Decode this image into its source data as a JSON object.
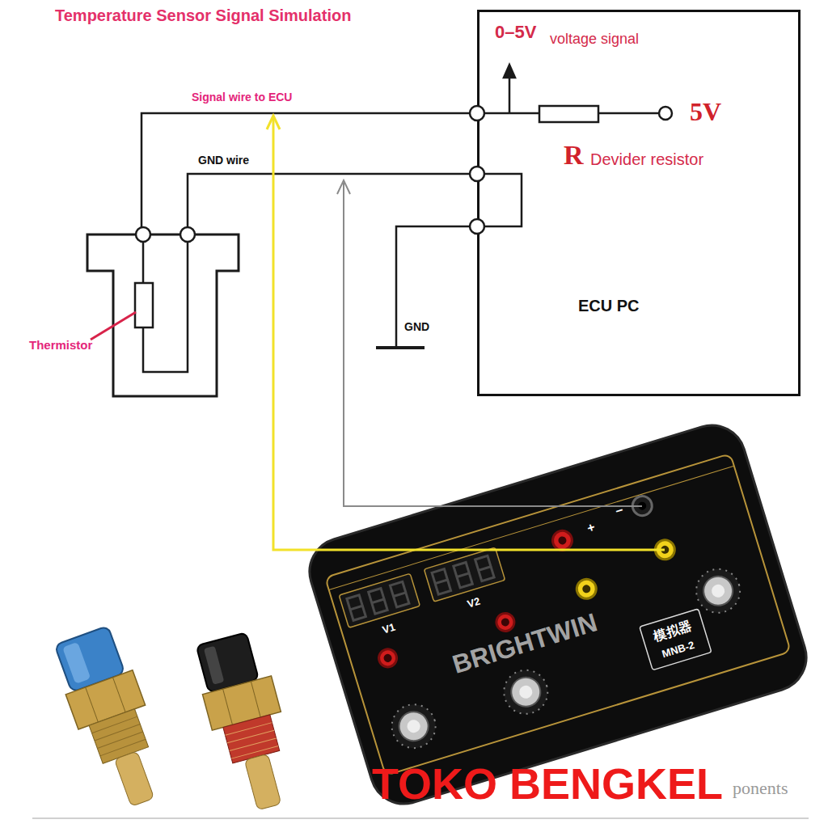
{
  "diagram": {
    "title": "Temperature Sensor Signal Simulation",
    "nodes": [
      {
        "text": [
          "ECU PC"
        ]
      }
    ],
    "labels": [
      "0–5V",
      "voltage signal",
      "5V",
      "R",
      "Devider resistor",
      "Signal wire to ECU",
      "GND wire",
      "GND",
      "Thermistor",
      "V1",
      "V2",
      "+",
      "−",
      "BRIGHTWIN",
      "模拟器",
      "MNB-2",
      "TOKO BENGKEL",
      "ponents"
    ]
  }
}
